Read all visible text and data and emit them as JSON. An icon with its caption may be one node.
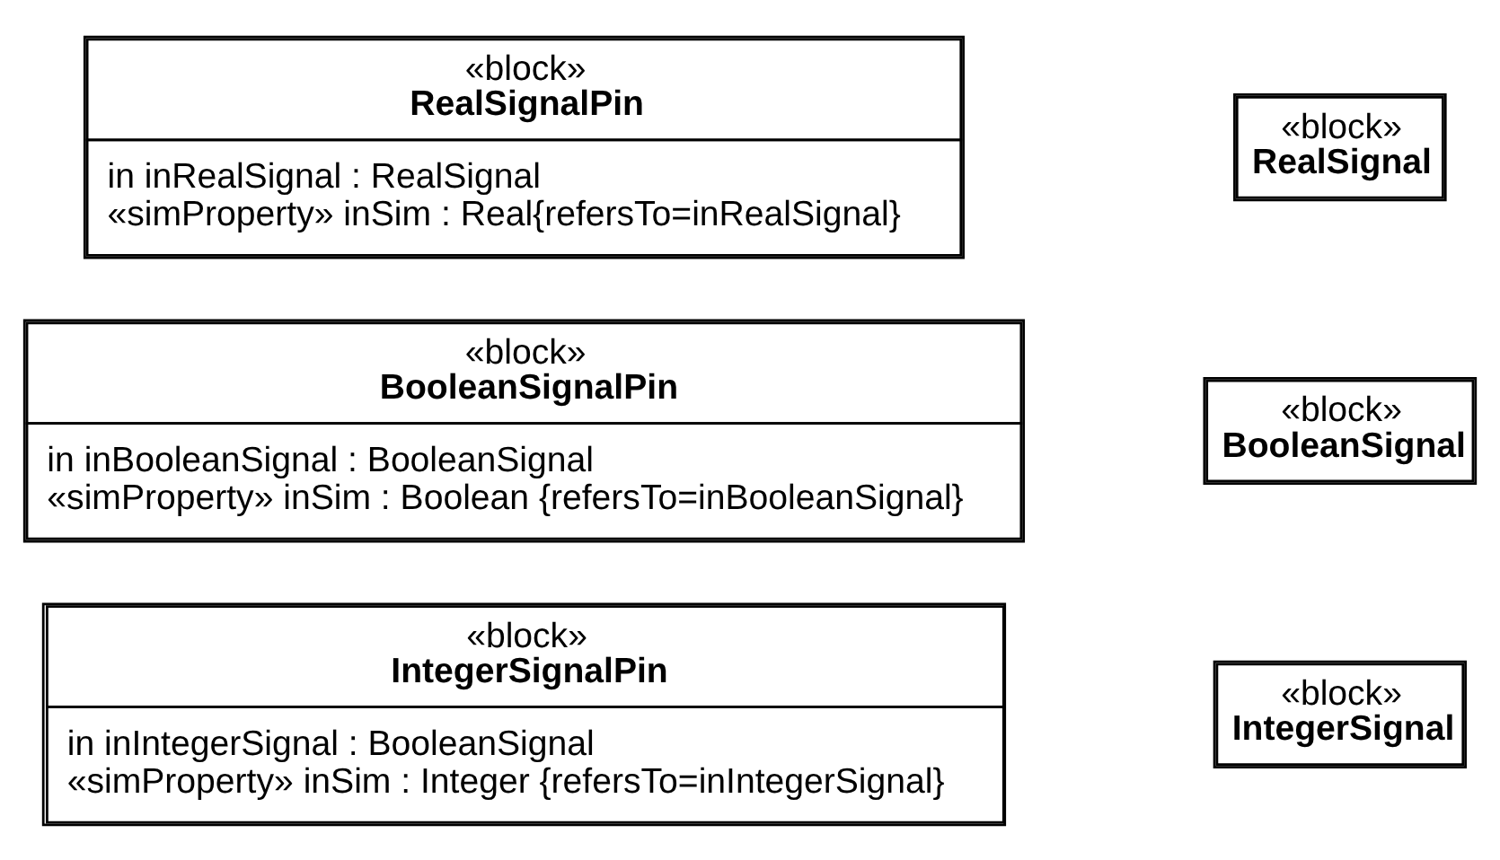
{
  "diagram": {
    "nodes": [
      {
        "text": [
          "«block»",
          "RealSignalPin",
          "in inRealSignal : RealSignal",
          "«simProperty» inSim : Real{refersTo=inRealSignal}"
        ]
      },
      {
        "text": [
          "«block»",
          "RealSignal"
        ]
      },
      {
        "text": [
          "«block»",
          "BooleanSignalPin",
          "in inBooleanSignal : BooleanSignal",
          "«simProperty» inSim : Boolean {refersTo=inBooleanSignal}"
        ]
      },
      {
        "text": [
          "«block»",
          "BooleanSignal"
        ]
      },
      {
        "text": [
          "«block»",
          "IntegerSignalPin",
          "in inIntegerSignal : BooleanSignal",
          "«simProperty» inSim : Integer {refersTo=inIntegerSignal}"
        ]
      },
      {
        "text": [
          "«block»",
          "IntegerSignal"
        ]
      }
    ],
    "edges": []
  }
}
